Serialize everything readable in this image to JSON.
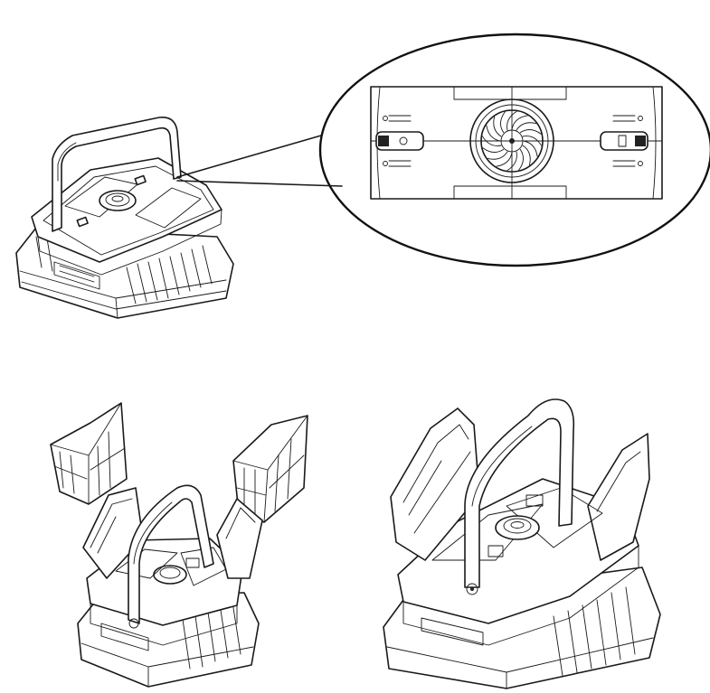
{
  "diagram": {
    "panels": [
      {
        "id": "robot-top-view",
        "icon": "pool-robot-icon"
      },
      {
        "id": "callout-detail",
        "icon": "filter-latch-detail-icon"
      },
      {
        "id": "robot-open-filters-removed",
        "icon": "pool-robot-open-icon"
      },
      {
        "id": "robot-open-filters-empty",
        "icon": "pool-robot-open-icon"
      }
    ],
    "colors": {
      "line": "#1a1a1a",
      "background": "#ffffff"
    }
  }
}
